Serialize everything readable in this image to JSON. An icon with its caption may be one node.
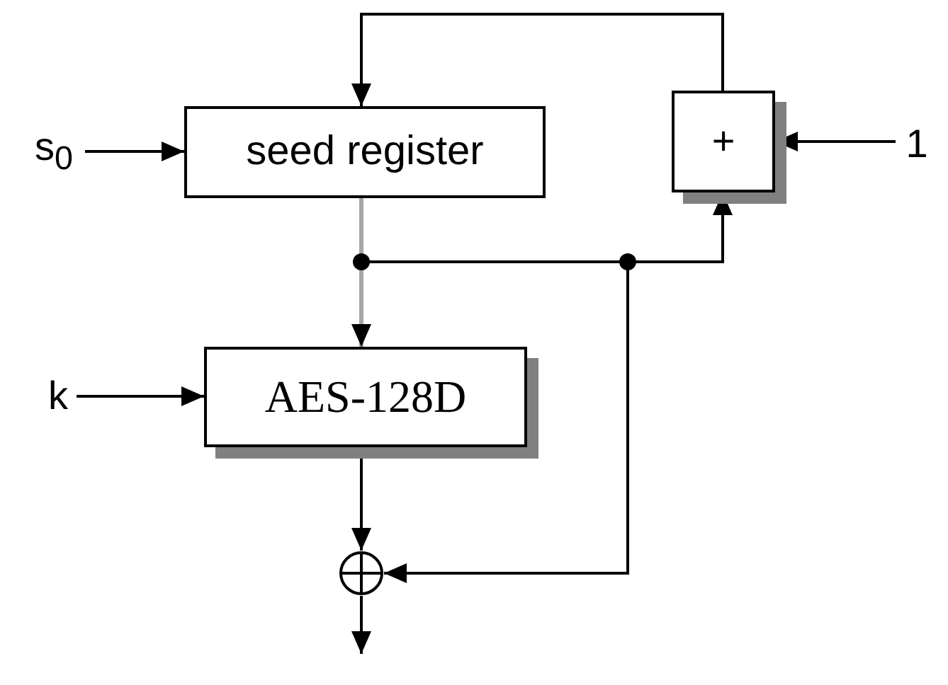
{
  "diagram": {
    "nodes": [
      {
        "text": [
          "s$_{0}$"
        ]
      },
      {
        "text": [
          "seed register"
        ]
      },
      {
        "text": [
          "+"
        ]
      },
      {
        "text": [
          "1"
        ]
      },
      {
        "text": [
          "k"
        ]
      },
      {
        "text": [
          "AES-128D"
        ]
      },
      {
        "text": [],
        "shape": "circle"
      }
    ],
    "edges": [
      {
        "from": 0,
        "to": 1,
        "arrow": "to"
      },
      {
        "from": 3,
        "to": 2,
        "arrow": "to"
      },
      {
        "from": 2,
        "to": 1,
        "arrow": "to"
      },
      {
        "from": 1,
        "to": 5,
        "arrow": "to",
        "color": "#a6a6a6"
      },
      {
        "from": 1,
        "to": 2,
        "arrow": "to"
      },
      {
        "from": 1,
        "to": 6,
        "arrow": "to"
      },
      {
        "from": 4,
        "to": 5,
        "arrow": "to"
      },
      {
        "from": 5,
        "to": 6,
        "arrow": "to"
      },
      {
        "from": 6,
        "to": null,
        "arrow": "to"
      }
    ]
  }
}
